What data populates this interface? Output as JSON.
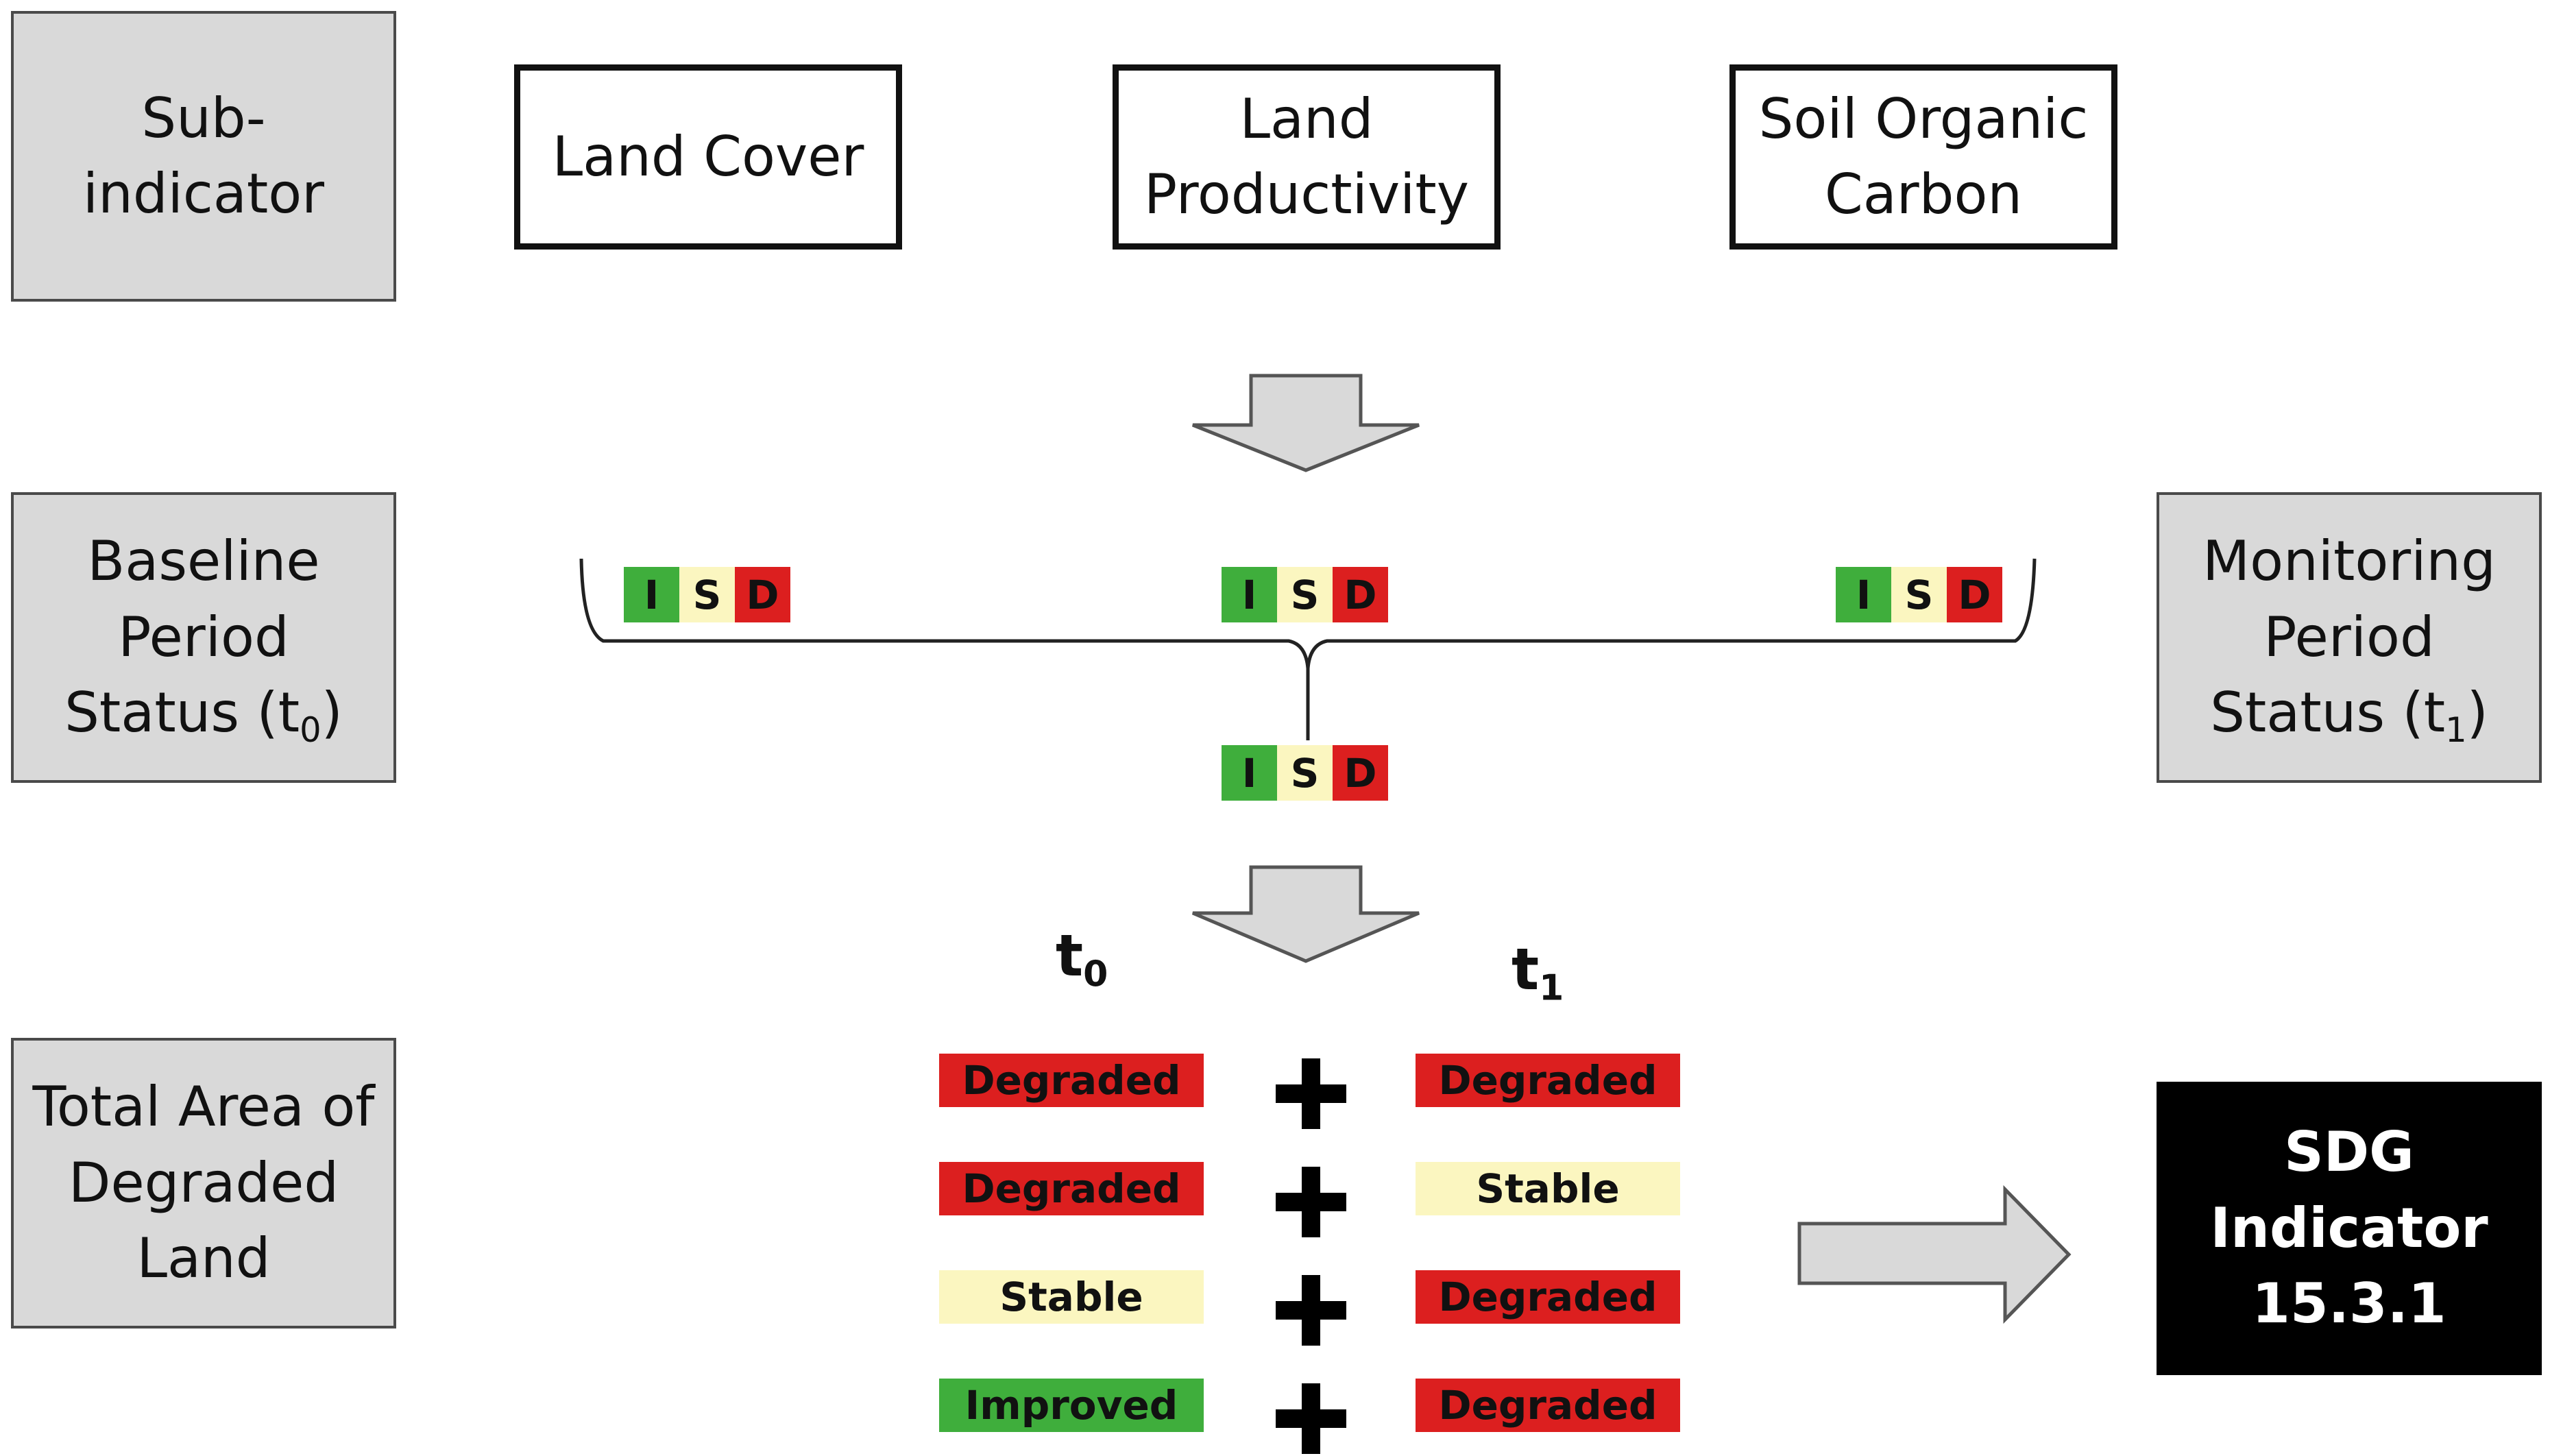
{
  "colors": {
    "improved": "#3fae3c",
    "stable": "#fbf6c0",
    "degraded": "#dc1f1f",
    "label_fill": "#d9d9d9",
    "arrow_fill": "#d9d9d9",
    "arrow_stroke": "#555555"
  },
  "row_labels": {
    "sub_indicator": [
      "Sub-",
      "indicator"
    ],
    "baseline": {
      "line1": "Baseline",
      "line2": "Period",
      "line3_prefix": "Status (t",
      "line3_sub": "0",
      "line3_suffix": ")"
    },
    "monitoring": {
      "line1": "Monitoring",
      "line2": "Period",
      "line3_prefix": "Status (t",
      "line3_sub": "1",
      "line3_suffix": ")"
    },
    "total_area": [
      "Total Area of",
      "Degraded",
      "Land"
    ]
  },
  "sub_indicators": [
    {
      "lines": [
        "Land Cover"
      ]
    },
    {
      "lines": [
        "Land",
        "Productivity"
      ]
    },
    {
      "lines": [
        "Soil Organic",
        "Carbon"
      ]
    }
  ],
  "chip_letters": {
    "improved": "I",
    "stable": "S",
    "degraded": "D"
  },
  "time_labels": {
    "t0": {
      "base": "t",
      "sub": "0"
    },
    "t1": {
      "base": "t",
      "sub": "1"
    }
  },
  "combinations": [
    {
      "t0": "Degraded",
      "t0_state": "degraded",
      "t1": "Degraded",
      "t1_state": "degraded"
    },
    {
      "t0": "Degraded",
      "t0_state": "degraded",
      "t1": "Stable",
      "t1_state": "stable"
    },
    {
      "t0": "Stable",
      "t0_state": "stable",
      "t1": "Degraded",
      "t1_state": "degraded"
    },
    {
      "t0": "Improved",
      "t0_state": "improved",
      "t1": "Degraded",
      "t1_state": "degraded"
    }
  ],
  "sdg": [
    "SDG",
    "Indicator",
    "15.3.1"
  ]
}
